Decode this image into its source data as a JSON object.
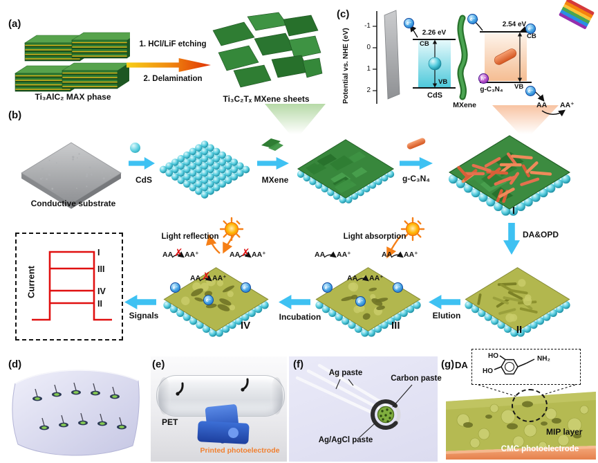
{
  "shared": {
    "e_minus": "e⁻",
    "h_plus": "h⁺",
    "aa": "AA",
    "aa_plus": "AA⁺",
    "x_mark": "✗"
  },
  "panel_a": {
    "label": "(a)",
    "max_phase": "Ti₃AlC₂ MAX phase",
    "step1": "1. HCl/LiF etching",
    "step2": "2. Delamination",
    "mxene_sheets": "Ti₃C₂Tₓ MXene sheets"
  },
  "panel_b": {
    "label": "(b)",
    "substrate": "Conductive substrate",
    "cds": "CdS",
    "mxene": "MXene",
    "gcn": "g-C₃N₄",
    "stage1": "I",
    "stage2": "II",
    "stage3": "III",
    "stage4": "IV",
    "da_opd": "DA&OPD",
    "elution": "Elution",
    "incubation": "Incubation",
    "signals": "Signals",
    "light_reflection": "Light reflection",
    "light_absorption": "Light absorption",
    "current": "Current"
  },
  "panel_c": {
    "label": "(c)",
    "axis_label": "Potential vs. NHE (eV)",
    "ticks": [
      "-1",
      "0",
      "1",
      "2"
    ],
    "cb": "CB",
    "vb": "VB",
    "cds_gap": "2.26 eV",
    "gcn_gap": "2.54 eV",
    "cds": "CdS",
    "mxene": "MXene",
    "gcn": "g-C₃N₄"
  },
  "panel_d": {
    "label": "(d)"
  },
  "panel_e": {
    "label": "(e)",
    "pet": "PET",
    "printed": "Printed photoelectrode"
  },
  "panel_f": {
    "label": "(f)",
    "ag_paste": "Ag paste",
    "carbon_paste": "Carbon paste",
    "agcl_paste": "Ag/AgCl paste"
  },
  "panel_g": {
    "label": "(g)",
    "da": "DA",
    "ho": "HO",
    "nh2": "NH₂",
    "mip_layer": "MIP layer",
    "cmc": "CMC photoelectrode"
  },
  "chart_data": {
    "type": "line",
    "ylabel": "Current",
    "levels": [
      {
        "label": "I",
        "value": 4
      },
      {
        "label": "III",
        "value": 3
      },
      {
        "label": "IV",
        "value": 2
      },
      {
        "label": "II",
        "value": 1
      }
    ]
  },
  "colors": {
    "cyan_arrow": "#3ec1f2",
    "mxene_green": "#2f7d33",
    "cds_cyan": "#4cc8da",
    "gcn_orange": "#e8734a",
    "mip_olive": "#b2b74e",
    "signal_red": "#e01010",
    "lavender_bg": "#e6e6f7",
    "cmc_orange": "#ef8a55"
  }
}
